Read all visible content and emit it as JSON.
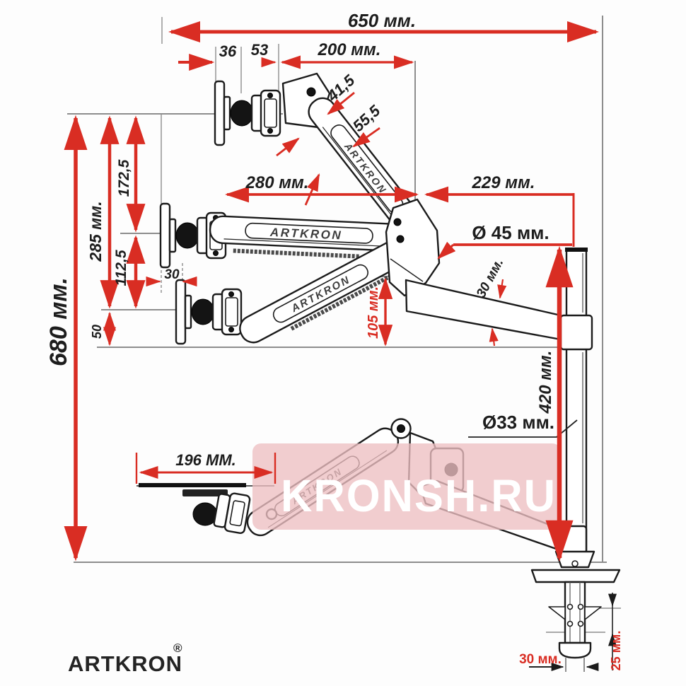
{
  "title": "ARTKRON monitor arm dimensional diagram",
  "dims": {
    "w650": "650 мм.",
    "w36": "36",
    "w53": "53",
    "w200": "200 мм.",
    "a41": "41,5",
    "a55": "55,5",
    "h172": "172,5",
    "h285": "285 мм.",
    "h112": "112,5",
    "w30": "30",
    "h50": "50",
    "h680": "680 мм.",
    "r280": "280 мм.",
    "r229": "229 мм.",
    "d45": "Ø 45 мм.",
    "t30": "30 мм.",
    "h105": "105 мм.",
    "p420": "420 мм.",
    "d33": "Ø33 мм.",
    "t196": "196 ММ.",
    "b30": "30 мм.",
    "b25": "25 мм."
  },
  "branding": {
    "arm": "ARTKRON",
    "logo": "ARTKRON",
    "reg": "®",
    "watermark": "KRONSH.RU"
  },
  "colors": {
    "dimension_red": "#d92d23",
    "line_black": "#1b1b1b",
    "construction_gray": "#8d8d8d",
    "watermark_pink": "#edbfc2",
    "watermark_text": "#ffffff"
  }
}
